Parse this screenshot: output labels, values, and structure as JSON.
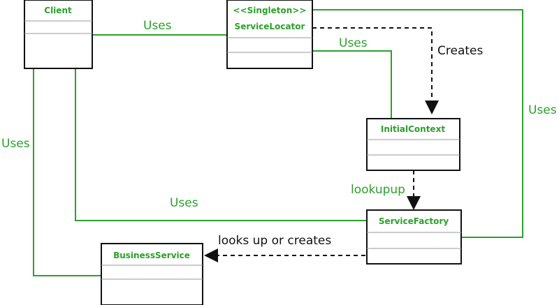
{
  "colors": {
    "line": "#2ca02c",
    "label": "#2ca02c",
    "dashed": "#111111",
    "box_border": "#111111",
    "box_text": "#2ca02c"
  },
  "classes": {
    "client": {
      "name": "Client"
    },
    "service_locator": {
      "stereotype": "<<Singleton>>",
      "name": "ServiceLocator"
    },
    "initial_context": {
      "name": "InitialContext"
    },
    "service_factory": {
      "name": "ServiceFactory"
    },
    "business_service": {
      "name": "BusinessService"
    }
  },
  "edge_labels": {
    "client_locator": "Uses",
    "locator_context": "Uses",
    "locator_creates": "Creates",
    "locator_factory": "Uses",
    "client_business": "Uses",
    "client_factory": "Uses",
    "context_lookup": "lookupup",
    "factory_business": "looks up or creates"
  }
}
